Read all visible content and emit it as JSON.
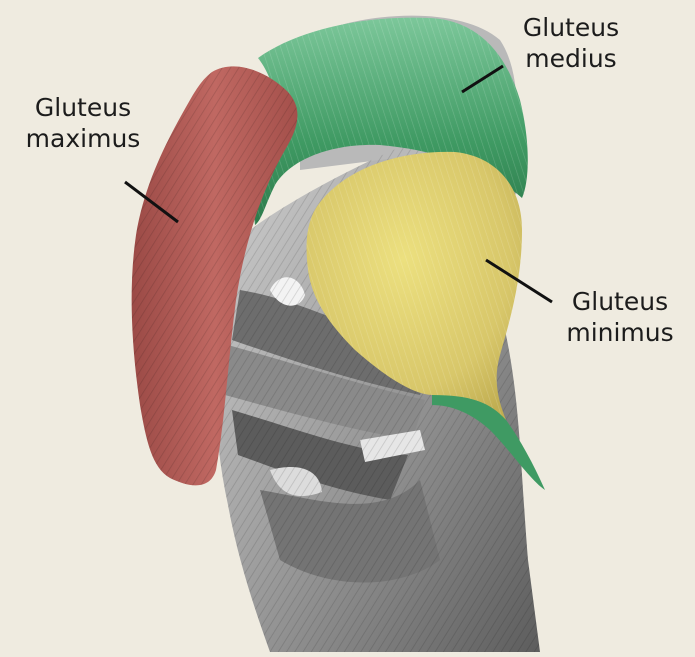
{
  "labels": {
    "gluteus_maximus": [
      "Gluteus",
      "maximus"
    ],
    "gluteus_medius": [
      "Gluteus",
      "medius"
    ],
    "gluteus_minimus": [
      "Gluteus",
      "minimus"
    ]
  },
  "colors": {
    "background": "#efebe0",
    "gluteus_maximus": "#b85a55",
    "gluteus_medius": "#3f9a63",
    "gluteus_minimus": "#d8c76a",
    "underlying_anatomy": "#a8a8a8",
    "label_text": "#1c1c1c"
  }
}
